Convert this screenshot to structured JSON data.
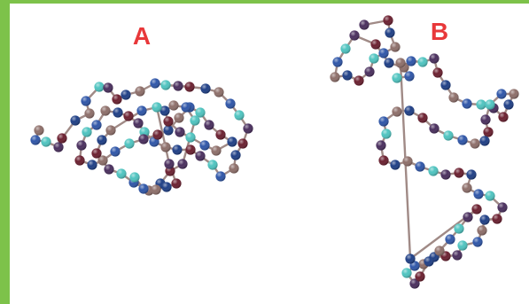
{
  "labels": {
    "a": "A",
    "b": "B"
  },
  "colors": {
    "frame": "#7dc24a",
    "label": "#e8383a",
    "bond": "#a08a86",
    "beads": [
      "#8e6f6a",
      "#2f56a8",
      "#4fc4c0",
      "#4a2f5e",
      "#6b2030",
      "#1f3f86"
    ]
  },
  "chains": [
    {
      "name": "chain-a",
      "state": "compact coil"
    },
    {
      "name": "chain-b",
      "state": "extended chain"
    }
  ]
}
